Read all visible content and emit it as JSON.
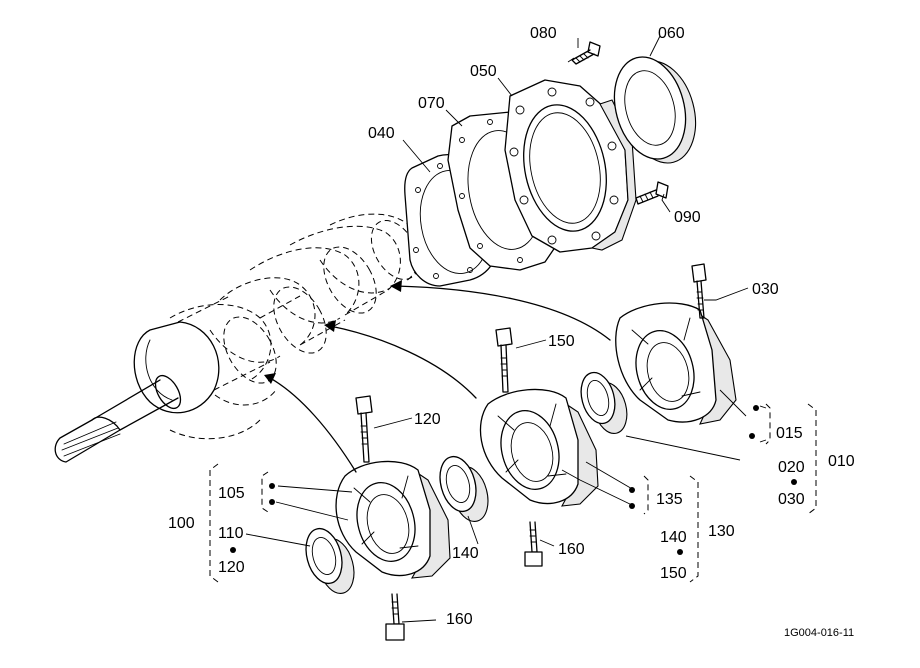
{
  "parts": {
    "p060": "060",
    "p080": "080",
    "p050": "050",
    "p070": "070",
    "p040": "040",
    "p090": "090",
    "p030": "030",
    "p150": "150",
    "p120": "120",
    "p015": "015",
    "p010": "010",
    "p020": "020",
    "p030b": "030",
    "p135": "135",
    "p130": "130",
    "p140": "140",
    "p140b": "140",
    "p150b": "150",
    "p105": "105",
    "p100": "100",
    "p110": "110",
    "p120b": "120",
    "p160": "160",
    "p160b": "160"
  },
  "figure_code": "1G004-016-11"
}
